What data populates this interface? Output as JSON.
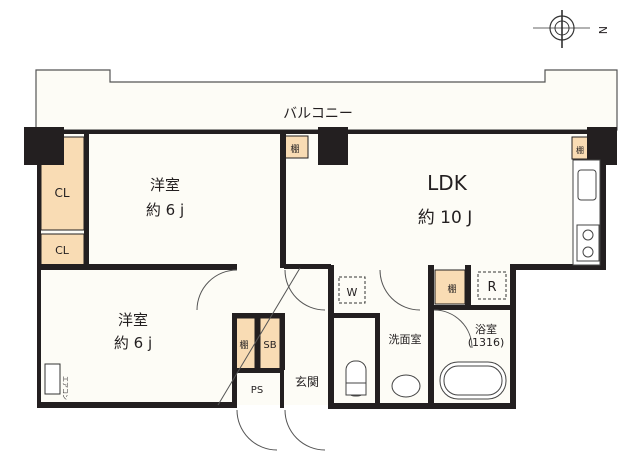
{
  "compass": {
    "north_label": "N"
  },
  "balcony": {
    "label": "バルコニー"
  },
  "ldk": {
    "name": "LDK",
    "size": "約 10 J"
  },
  "bedroom_north": {
    "name": "洋室",
    "size": "約 6 j"
  },
  "bedroom_south": {
    "name": "洋室",
    "size": "約 6 j",
    "aircon": "エアコン"
  },
  "storage": {
    "closet_1": "CL",
    "closet_2": "CL",
    "shelf_ldk_left": "棚",
    "shelf_ldk_right": "棚",
    "shelf_hall": "棚",
    "shelf_utility": "棚",
    "shoe_box": "SB",
    "pipe_space": "PS"
  },
  "entrance": {
    "label": "玄関"
  },
  "washer": {
    "label": "W"
  },
  "fridge": {
    "label": "R"
  },
  "washroom": {
    "label": "洗面室"
  },
  "bathroom": {
    "label": "浴室",
    "size": "(1316)"
  },
  "colors": {
    "floor": "#fdfcf6",
    "wall": "#231f20",
    "storage": "#f9dcb4"
  }
}
